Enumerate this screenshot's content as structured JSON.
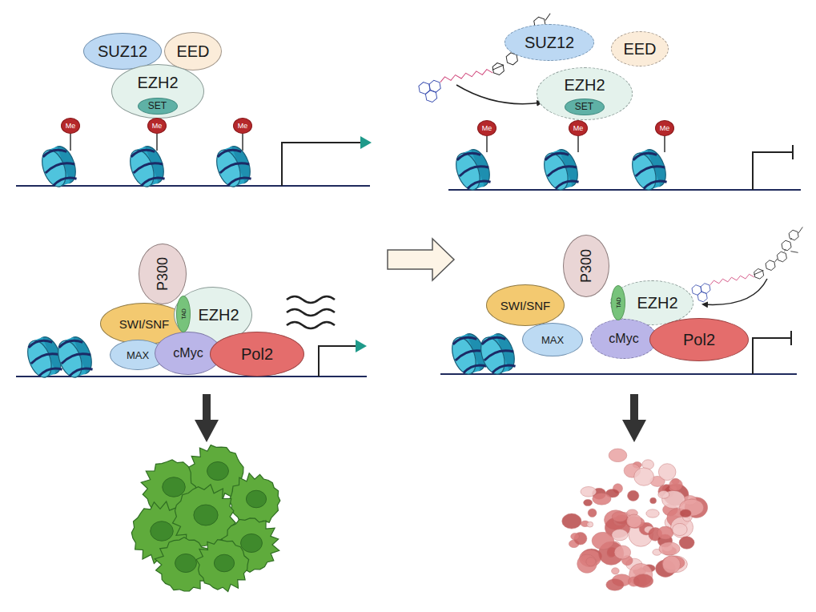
{
  "diagram": {
    "nodes": [
      {
        "text": [
          "SUZ12"
        ]
      },
      {
        "text": [
          "EED"
        ]
      },
      {
        "text": [
          "EZH2"
        ]
      },
      {
        "text": [
          "SET"
        ],
        "in": 2
      },
      {
        "text": [
          "Me"
        ]
      },
      {
        "text": [
          "Me"
        ]
      },
      {
        "text": [
          "Me"
        ]
      },
      {
        "text": [
          "SUZ12"
        ]
      },
      {
        "text": [
          "EED"
        ]
      },
      {
        "text": [
          "EZH2"
        ]
      },
      {
        "text": [
          "SET"
        ],
        "in": 9
      },
      {
        "text": [
          "Me"
        ]
      },
      {
        "text": [
          "Me"
        ]
      },
      {
        "text": [
          "Me"
        ]
      },
      {
        "text": [
          "P300"
        ]
      },
      {
        "text": [
          "SWI/SNF"
        ]
      },
      {
        "text": [
          "TAD"
        ]
      },
      {
        "text": [
          "EZH2"
        ]
      },
      {
        "text": [
          "MAX"
        ]
      },
      {
        "text": [
          "cMyc"
        ]
      },
      {
        "text": [
          "Pol2"
        ]
      },
      {
        "text": [
          "P300"
        ]
      },
      {
        "text": [
          "SWI/SNF"
        ]
      },
      {
        "text": [
          "TAD"
        ]
      },
      {
        "text": [
          "EZH2"
        ]
      },
      {
        "text": [
          "MAX"
        ]
      },
      {
        "text": [
          "cMyc"
        ]
      },
      {
        "text": [
          "Pol2"
        ]
      }
    ]
  }
}
